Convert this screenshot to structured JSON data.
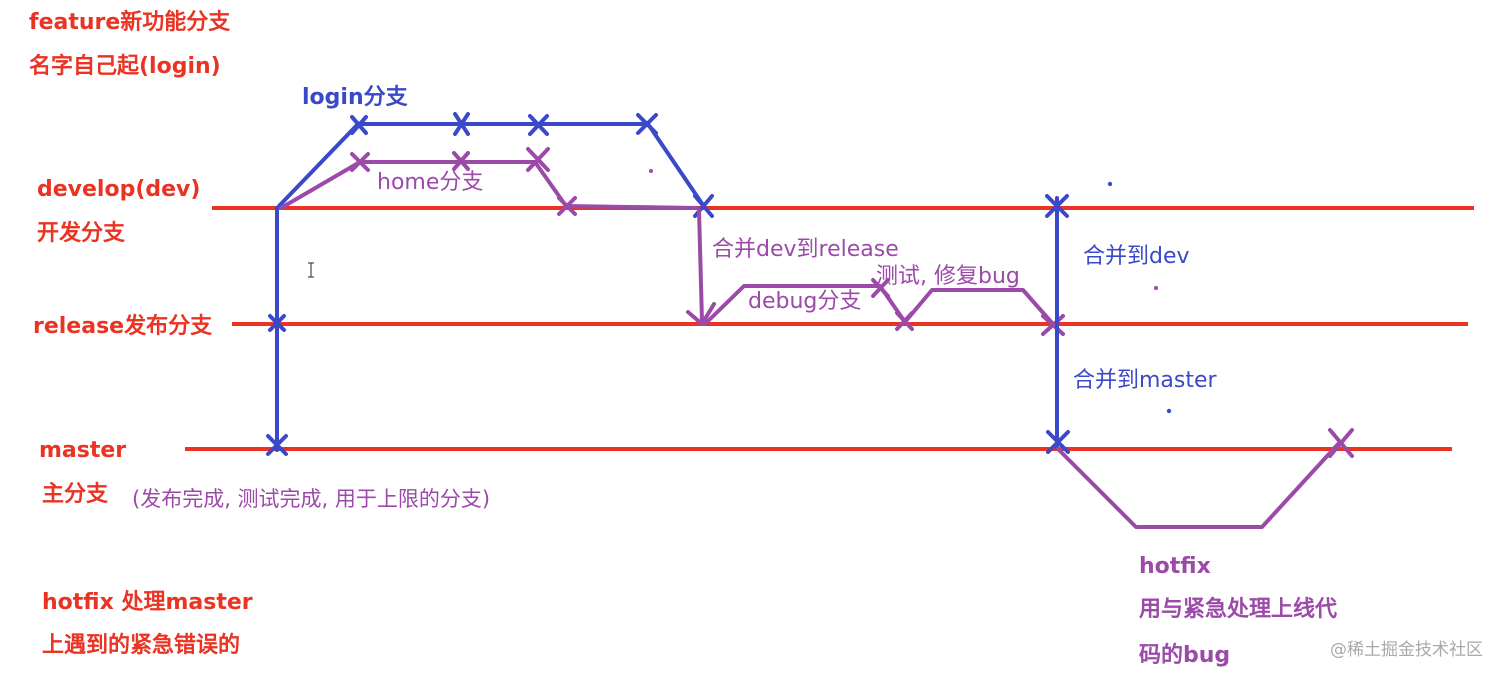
{
  "labels": {
    "feature_title": "feature新功能分支",
    "feature_sub": "名字自己起(login)",
    "login_branch": "login分支",
    "home_branch": "home分支",
    "develop_title": "develop(dev)",
    "develop_sub": "开发分支",
    "release_title": "release发布分支",
    "master_title": "master",
    "master_sub": "主分支",
    "master_note": "(发布完成, 测试完成, 用于上限的分支)",
    "merge_dev_release": "合并dev到release",
    "test_fix": "测试, 修复bug",
    "debug_branch": "debug分支",
    "merge_to_dev": "合并到dev",
    "merge_to_master": "合并到master",
    "hotfix_left_1": "hotfix 处理master",
    "hotfix_left_2": "上遇到的紧急错误的",
    "hotfix_right_1": "hotfix",
    "hotfix_right_2": "用与紧急处理上线代",
    "hotfix_right_3": "码的bug",
    "watermark": "@稀土掘金技术社区"
  },
  "colors": {
    "main_line": "#ea3323",
    "feature_blue": "#3a49c9",
    "branch_purple": "#9b4aa8",
    "watermark": "#a9a9a9"
  }
}
